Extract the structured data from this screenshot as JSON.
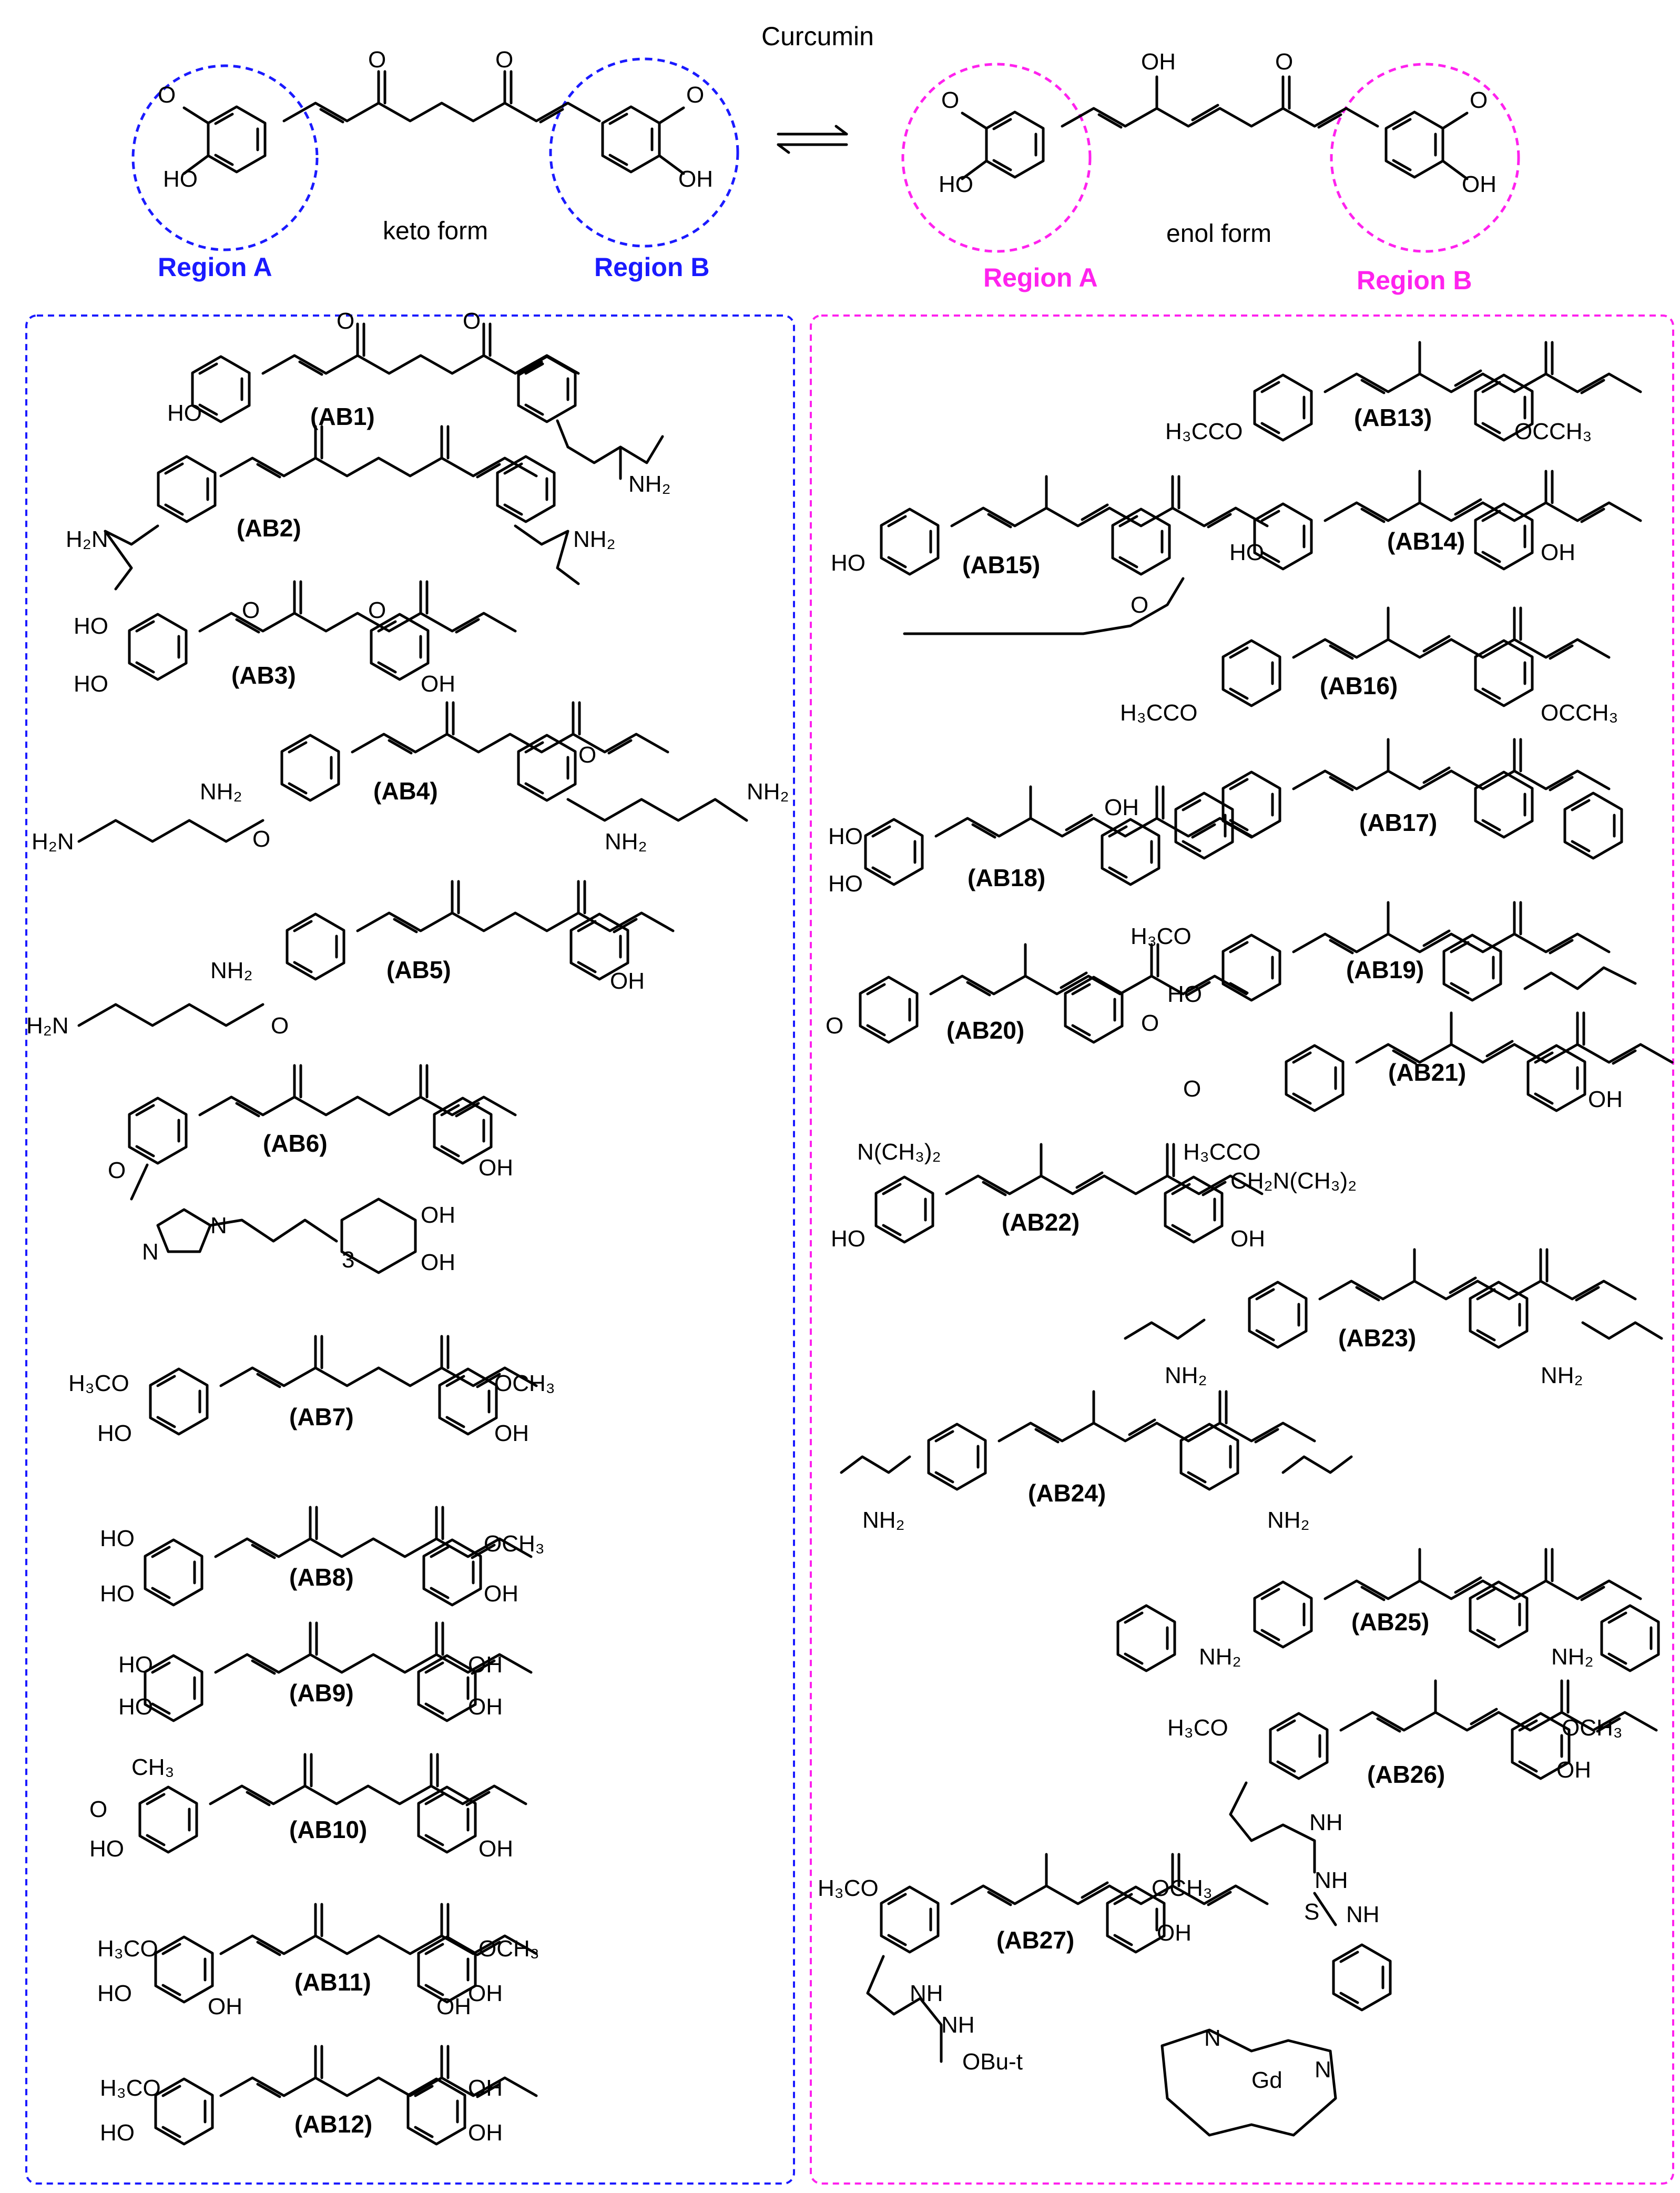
{
  "header": {
    "title": "Curcumin",
    "keto_label": "keto form",
    "enol_label": "enol form",
    "region_a": "Region A",
    "region_b": "Region B"
  },
  "atoms": {
    "O": "O",
    "OH": "OH",
    "HO": "HO",
    "NH2": "NH₂",
    "H2N": "H₂N",
    "NH": "NH",
    "N": "N",
    "S": "S",
    "Gd": "Gd",
    "OCH3": "OCH₃",
    "H3CO": "H₃CO",
    "CH3": "CH₃",
    "H3CCO": "H₃CCO",
    "OCCH3": "OCCH₃",
    "NMe2": "N(CH₃)₂",
    "CH2NMe2": "CH₂N(CH₃)₂",
    "OBut": "OBu-t",
    "sub3": "3"
  },
  "compounds": {
    "left": [
      "(AB1)",
      "(AB2)",
      "(AB3)",
      "(AB4)",
      "(AB5)",
      "(AB6)",
      "(AB7)",
      "(AB8)",
      "(AB9)",
      "(AB10)",
      "(AB11)",
      "(AB12)"
    ],
    "right": [
      "(AB13)",
      "(AB14)",
      "(AB15)",
      "(AB16)",
      "(AB17)",
      "(AB18)",
      "(AB19)",
      "(AB20)",
      "(AB21)",
      "(AB22)",
      "(AB23)",
      "(AB24)",
      "(AB25)",
      "(AB26)",
      "(AB27)"
    ]
  },
  "colors": {
    "keto_regions": "#1a1aff",
    "enol_regions": "#ff22ee",
    "bonds": "#000000"
  }
}
